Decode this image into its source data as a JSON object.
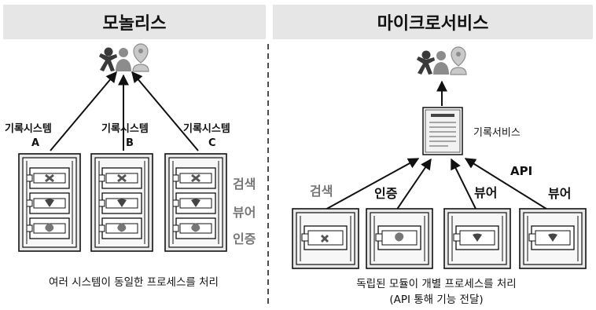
{
  "monolith": {
    "title": "모놀리스",
    "system_label": "기록시스템",
    "letters": [
      "A",
      "B",
      "C"
    ],
    "features": [
      "검색",
      "뷰어",
      "인증"
    ],
    "caption": "여러 시스템이 동일한 프로세스를 처리"
  },
  "micro": {
    "title": "마이크로서비스",
    "service_label": "기록서비스",
    "api_label": "API",
    "modules": [
      "검색",
      "인증",
      "뷰어",
      "뷰어"
    ],
    "caption_line1": "독립된 모듈이 개별 프로세스를 처리",
    "caption_line2": "(API 통해 기능 전달)"
  },
  "colors": {
    "header_bg": "#e6e6e6",
    "feature_text": "#777777",
    "user_dark": "#3a3a3a",
    "user_mid": "#8c8c8c",
    "user_light": "#c9c9c9",
    "box_fill": "#d9d9d9"
  }
}
